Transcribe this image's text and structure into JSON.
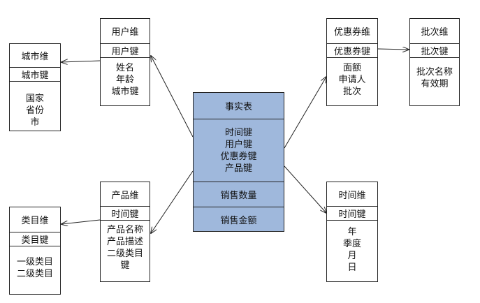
{
  "city_dim": {
    "title": "城市维",
    "key": "城市键",
    "attrs": [
      "国家",
      "省份",
      "市"
    ]
  },
  "user_dim": {
    "title": "用户维",
    "key": "用户键",
    "attrs": [
      "姓名",
      "年龄",
      "城市键"
    ]
  },
  "category_dim": {
    "title": "类目维",
    "key": "类目键",
    "attrs": [
      "一级类目",
      "二级类目"
    ]
  },
  "product_dim": {
    "title": "产品维",
    "key": "时间键",
    "attrs": [
      "产品名称",
      "产品描述",
      "二级类目",
      "键"
    ]
  },
  "fact_table": {
    "title": "事实表",
    "keys": [
      "时间键",
      "用户键",
      "优惠券键",
      "产品键"
    ],
    "measure1": "销售数量",
    "measure2": "销售金额"
  },
  "coupon_dim": {
    "title": "优惠券维",
    "key": "优惠券键",
    "attrs": [
      "面额",
      "申请人",
      "批次"
    ]
  },
  "batch_dim": {
    "title": "批次维",
    "key": "批次键",
    "attrs": [
      "批次名称",
      "有效期"
    ]
  },
  "time_dim": {
    "title": "时间维",
    "key": "时间键",
    "attrs": [
      "年",
      "季度",
      "月",
      "日"
    ]
  },
  "colors": {
    "fact_fill": "#9fb8dc",
    "border": "#222222"
  }
}
